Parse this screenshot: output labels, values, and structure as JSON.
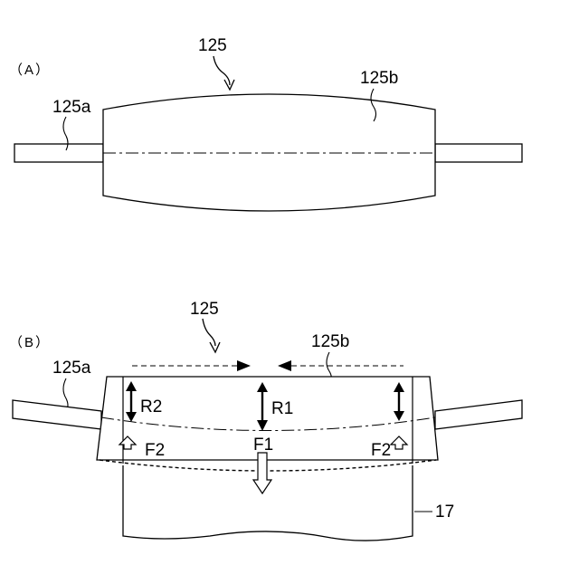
{
  "figure_a": {
    "panel_label": "（A）",
    "roller_label": "125",
    "shaft_label": "125a",
    "body_label": "125b"
  },
  "figure_b": {
    "panel_label": "（B）",
    "roller_label": "125",
    "shaft_label": "125a",
    "body_label": "125b",
    "r2_label": "R2",
    "r1_label": "R1",
    "f2_left_label": "F2",
    "f1_label": "F1",
    "f2_right_label": "F2",
    "sheet_label": "17"
  }
}
